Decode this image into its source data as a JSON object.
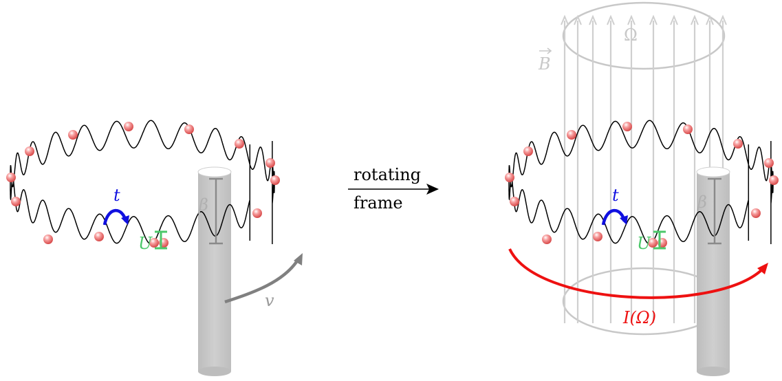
{
  "left_panel": {
    "hop_label": "t",
    "interaction_label": "U",
    "barrier_label": "β",
    "velocity_label": "v",
    "colors": {
      "hop": "#1010e0",
      "interaction": "#4cc86a",
      "barrier": "#8a8a8a",
      "velocity": "#808080",
      "atom": "#f06a6a"
    }
  },
  "center_arrow": {
    "label_top": "rotating",
    "label_bottom": "frame"
  },
  "right_panel": {
    "hop_label": "t",
    "interaction_label": "U",
    "barrier_label": "β",
    "field_label": "B",
    "flux_label": "Ω",
    "current_label": "I(Ω)",
    "colors": {
      "current": "#ee1111",
      "field": "#c8c8c8"
    }
  }
}
